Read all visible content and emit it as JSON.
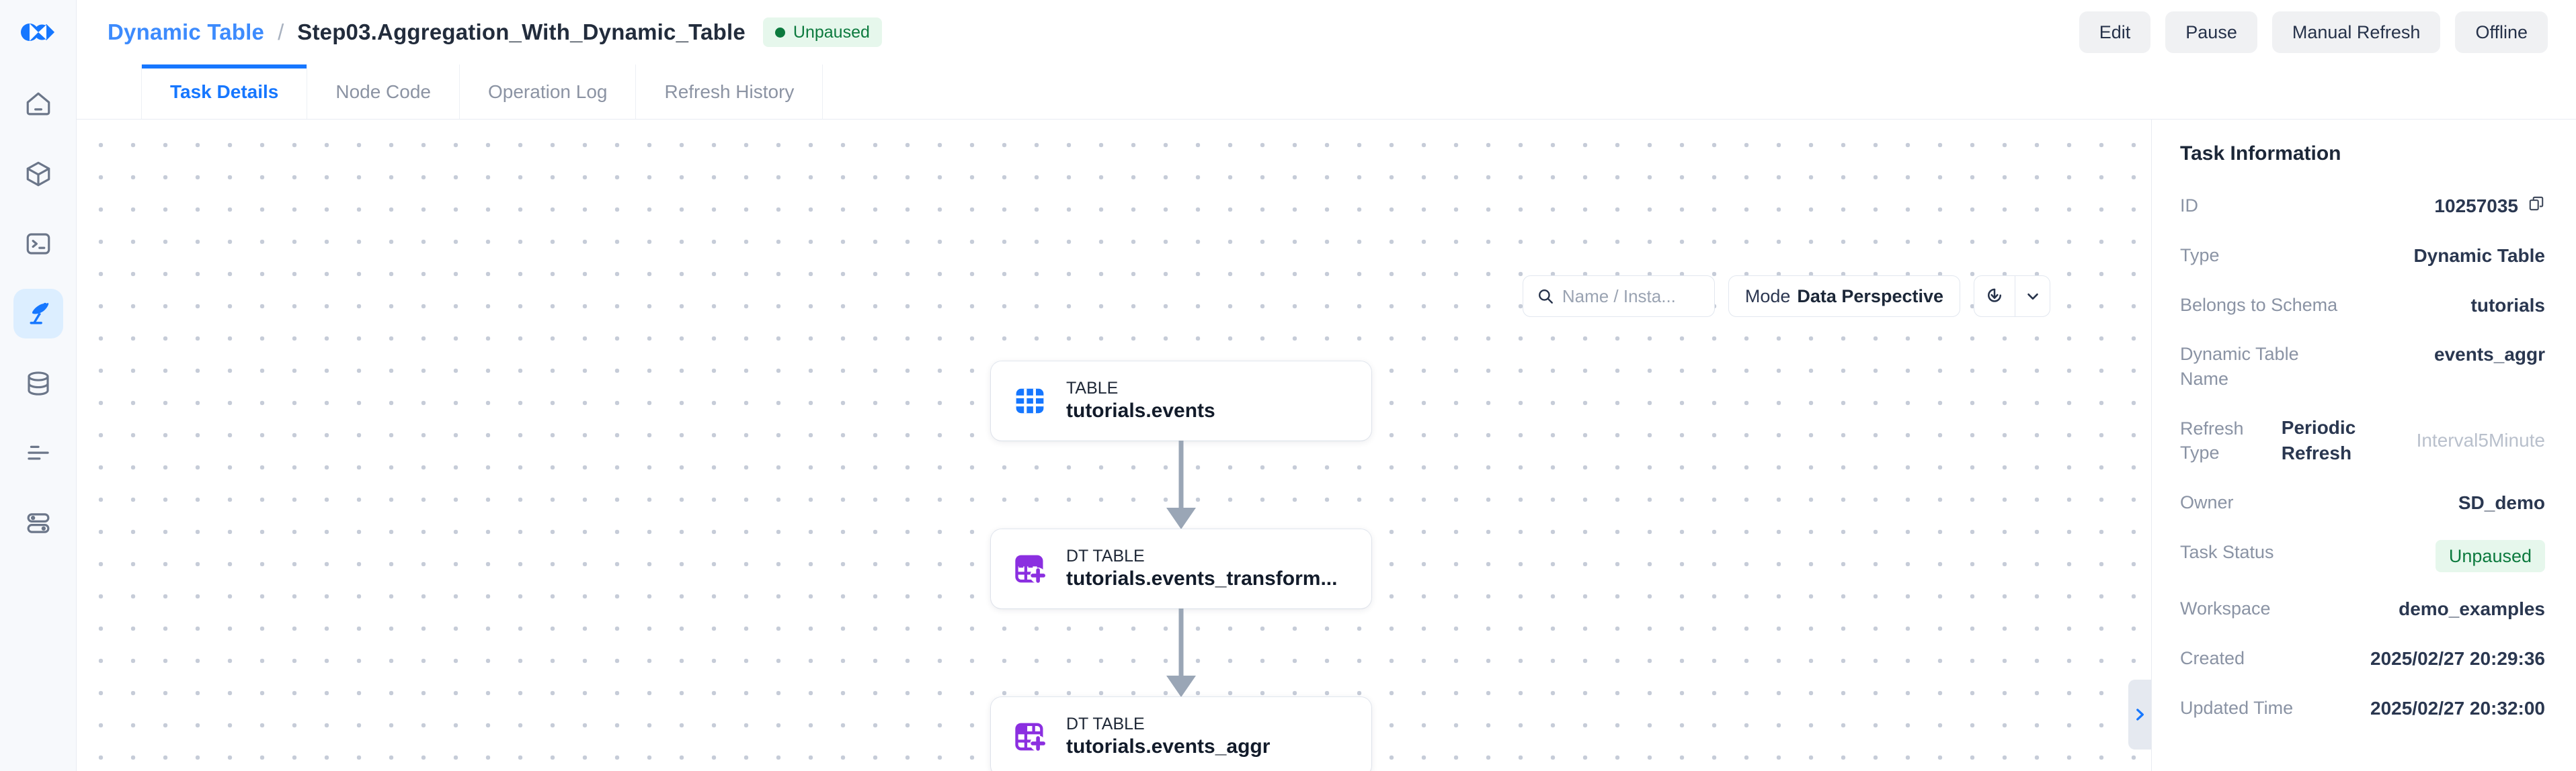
{
  "logo": {
    "name": "app-logo"
  },
  "sidebar": {
    "items": [
      {
        "icon": "home-icon",
        "active": false
      },
      {
        "icon": "package-cube-icon",
        "active": false
      },
      {
        "icon": "terminal-icon",
        "active": false
      },
      {
        "icon": "satellite-dish-icon",
        "active": true
      },
      {
        "icon": "database-icon",
        "active": false
      },
      {
        "icon": "list-lines-icon",
        "active": false
      },
      {
        "icon": "server-icon",
        "active": false
      }
    ]
  },
  "header": {
    "breadcrumb_parent": "Dynamic Table",
    "breadcrumb_separator": "/",
    "breadcrumb_current": "Step03.Aggregation_With_Dynamic_Table",
    "status_badge": "Unpaused",
    "status_color": "#0c7a3e",
    "actions": [
      {
        "label": "Edit"
      },
      {
        "label": "Pause"
      },
      {
        "label": "Manual Refresh"
      },
      {
        "label": "Offline"
      }
    ]
  },
  "tabs": [
    {
      "label": "Task Details",
      "active": true
    },
    {
      "label": "Node Code",
      "active": false
    },
    {
      "label": "Operation Log",
      "active": false
    },
    {
      "label": "Refresh History",
      "active": false
    }
  ],
  "canvas_toolbar": {
    "search_placeholder": "Name / Insta...",
    "search_value": "",
    "search_icon": "search-icon",
    "mode_label": "Mode",
    "mode_value": "Data Perspective",
    "refresh_icon": "rotate-refresh-icon",
    "dropdown_icon": "chevron-down-icon"
  },
  "graph": {
    "collapse_icon": "chevron-right-icon",
    "nodes": [
      {
        "kind": "TABLE",
        "title": "tutorials.events",
        "icon": "table-grid-icon",
        "icon_color": "#1677ff"
      },
      {
        "kind": "DT TABLE",
        "title": "tutorials.events_transform...",
        "icon": "dynamic-table-plus-icon",
        "icon_color": "#8b2fe0"
      },
      {
        "kind": "DT TABLE",
        "title": "tutorials.events_aggr",
        "icon": "dynamic-table-plus-icon",
        "icon_color": "#8b2fe0"
      }
    ]
  },
  "panel": {
    "title": "Task Information",
    "rows": [
      {
        "label": "ID",
        "value": "10257035",
        "copyable": true
      },
      {
        "label": "Type",
        "value": "Dynamic Table"
      },
      {
        "label": "Belongs to Schema",
        "value": "tutorials"
      },
      {
        "label": "Dynamic Table Name",
        "value": "events_aggr"
      },
      {
        "label": "Refresh Type",
        "mid": "Periodic Refresh",
        "value": "Interval5Minute",
        "muted": true
      },
      {
        "label": "Owner",
        "value": "SD_demo"
      },
      {
        "label": "Task Status",
        "value": "Unpaused",
        "badge": true
      },
      {
        "label": "Workspace",
        "value": "demo_examples"
      },
      {
        "label": "Created",
        "value": "2025/02/27 20:29:36"
      },
      {
        "label": "Updated Time",
        "value": "2025/02/27 20:32:00"
      }
    ]
  }
}
